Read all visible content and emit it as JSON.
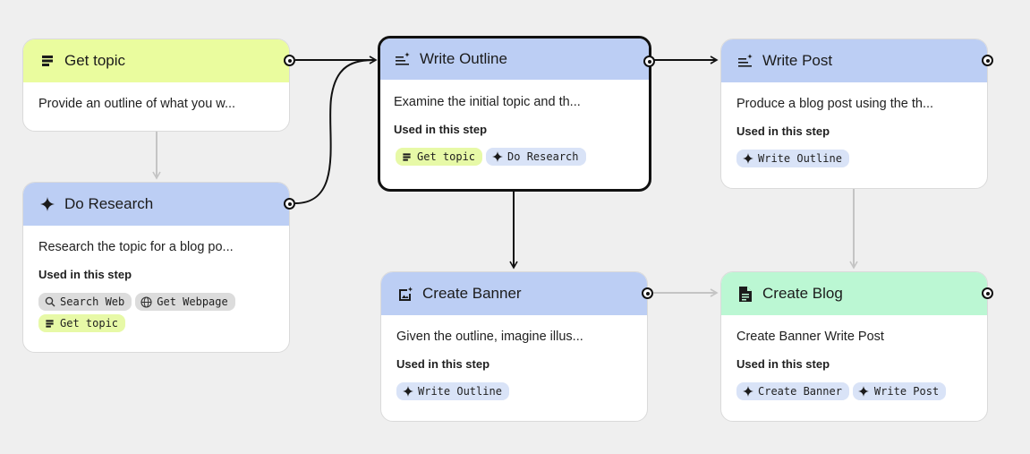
{
  "colors": {
    "input_header": "#eafc9e",
    "generate_header": "#bccef4",
    "output_header": "#bbf7d3",
    "edge_active": "#111111",
    "edge_inactive": "#c4c4c4"
  },
  "nodes": {
    "get_topic": {
      "title": "Get topic",
      "icon": "text-block-icon",
      "description": "Provide an outline of what you w..."
    },
    "do_research": {
      "title": "Do Research",
      "icon": "sparkle-icon",
      "description": "Research the topic for a blog po...",
      "used_label": "Used in this step",
      "chips": [
        "Search Web",
        "Get Webpage",
        "Get topic"
      ]
    },
    "write_outline": {
      "title": "Write Outline",
      "icon": "text-spark-icon",
      "description": "Examine the initial topic and th...",
      "used_label": "Used in this step",
      "chips": [
        "Get topic",
        "Do Research"
      ]
    },
    "write_post": {
      "title": "Write Post",
      "icon": "text-spark-icon",
      "description": "Produce a blog post using the th...",
      "used_label": "Used in this step",
      "chips": [
        "Write Outline"
      ]
    },
    "create_banner": {
      "title": "Create Banner",
      "icon": "image-spark-icon",
      "description": "Given the outline, imagine illus...",
      "used_label": "Used in this step",
      "chips": [
        "Write Outline"
      ]
    },
    "create_blog": {
      "title": "Create Blog",
      "icon": "document-icon",
      "description": "Create Banner Write Post",
      "used_label": "Used in this step",
      "chips": [
        "Create Banner",
        "Write Post"
      ]
    }
  }
}
